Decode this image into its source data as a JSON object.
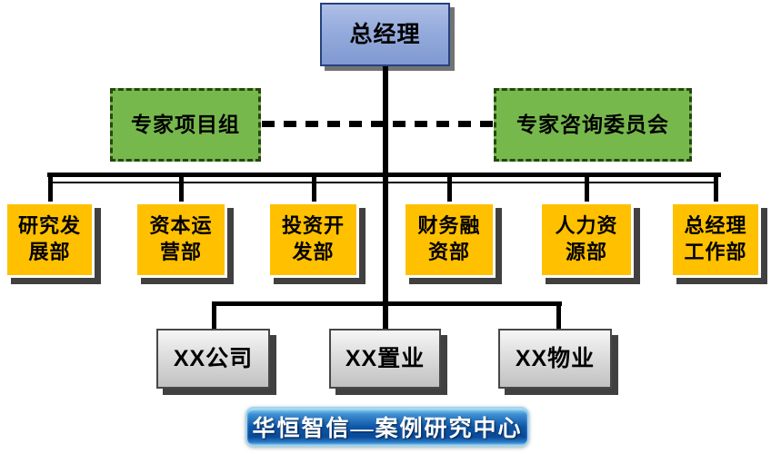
{
  "root": {
    "label": "总经理"
  },
  "advisory_groups": [
    {
      "label": "专家项目组"
    },
    {
      "label": "专家咨询委员会"
    }
  ],
  "departments": [
    {
      "label": "研究发\n展部"
    },
    {
      "label": "资本运\n营部"
    },
    {
      "label": "投资开\n发部"
    },
    {
      "label": "财务融\n资部"
    },
    {
      "label": "人力资\n源部"
    },
    {
      "label": "总经理\n工作部"
    }
  ],
  "subsidiaries": [
    {
      "label": "XX公司"
    },
    {
      "label": "XX置业"
    },
    {
      "label": "XX物业"
    }
  ],
  "footer_banner": {
    "label": "华恒智信—案例研究中心"
  },
  "colors": {
    "root_fill": "#95ABDC",
    "root_border": "#24427C",
    "advisory_fill": "#77B84D",
    "advisory_border": "#274711",
    "department_fill": "#FFC000",
    "subsidiary_fill": "#D9D9D9",
    "connector": "#000000",
    "banner_blue": "#0F56A8",
    "banner_edge": "#9BD7F4",
    "banner_text": "#FFFFFF"
  }
}
